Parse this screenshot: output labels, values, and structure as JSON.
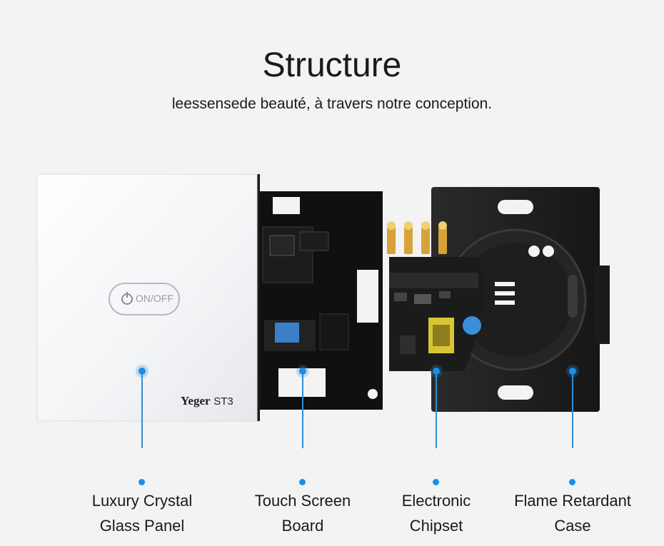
{
  "header": {
    "title": "Structure",
    "subtitle": "leessensede beauté, à travers notre conception."
  },
  "panel": {
    "button_label": "ON/OFF",
    "brand": "Yeger",
    "model": "ST3"
  },
  "components": [
    {
      "line1": "Luxury Crystal",
      "line2": "Glass Panel"
    },
    {
      "line1": "Touch Screen",
      "line2": "Board"
    },
    {
      "line1": "Electronic",
      "line2": "Chipset"
    },
    {
      "line1": "Flame Retardant",
      "line2": "Case"
    }
  ],
  "colors": {
    "accent": "#1a8fe8",
    "background": "#f3f3f3",
    "case": "#1c1c1c",
    "board": "#111111"
  }
}
